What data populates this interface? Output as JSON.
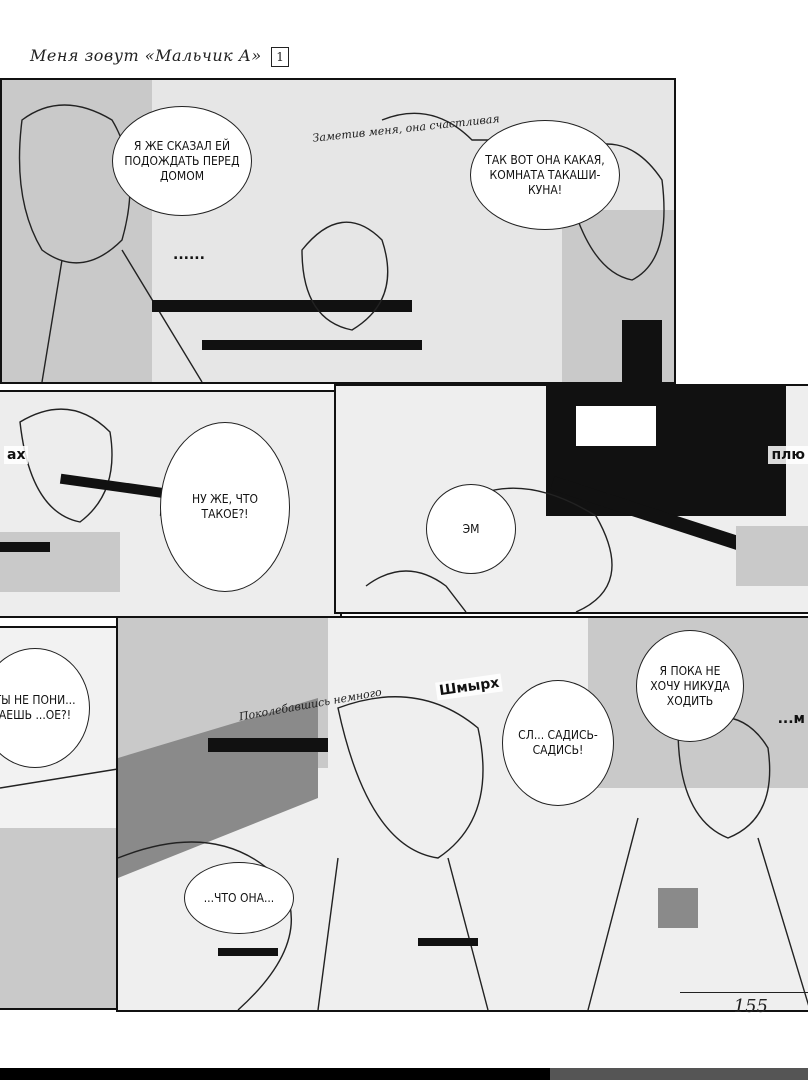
{
  "header": {
    "title": "Меня зовут «Мальчик А»",
    "chapter_box": "1"
  },
  "panels": {
    "p1": {
      "bubble_left": "Я же сказал ей подождать перед домом",
      "ellipsis": "......",
      "caption_top": "Заметив меня, она счастливая",
      "bubble_right": "Так вот она какая, комната Такаши-куна!"
    },
    "p2": {
      "sfx_left": "ах",
      "bubble": "Ну же, что такое?!"
    },
    "p3": {
      "sfx": "плю",
      "bubble": "Эм"
    },
    "p4": {
      "bubble": "Ты не пони... аешь ...ое?!"
    },
    "p5": {
      "caption": "Поколебавшись немного",
      "sfx": "Шмырх",
      "bubble_mid": "Сл... Садись-садись!",
      "bubble_bottom": "...Что она...",
      "bubble_right": "Я пока не хочу никуда ходить",
      "sfx_right": "...м"
    }
  },
  "footer": {
    "page_number": "155"
  },
  "colors": {
    "ink": "#222222",
    "tone": "#c9c9c9",
    "paper": "#ffffff"
  }
}
